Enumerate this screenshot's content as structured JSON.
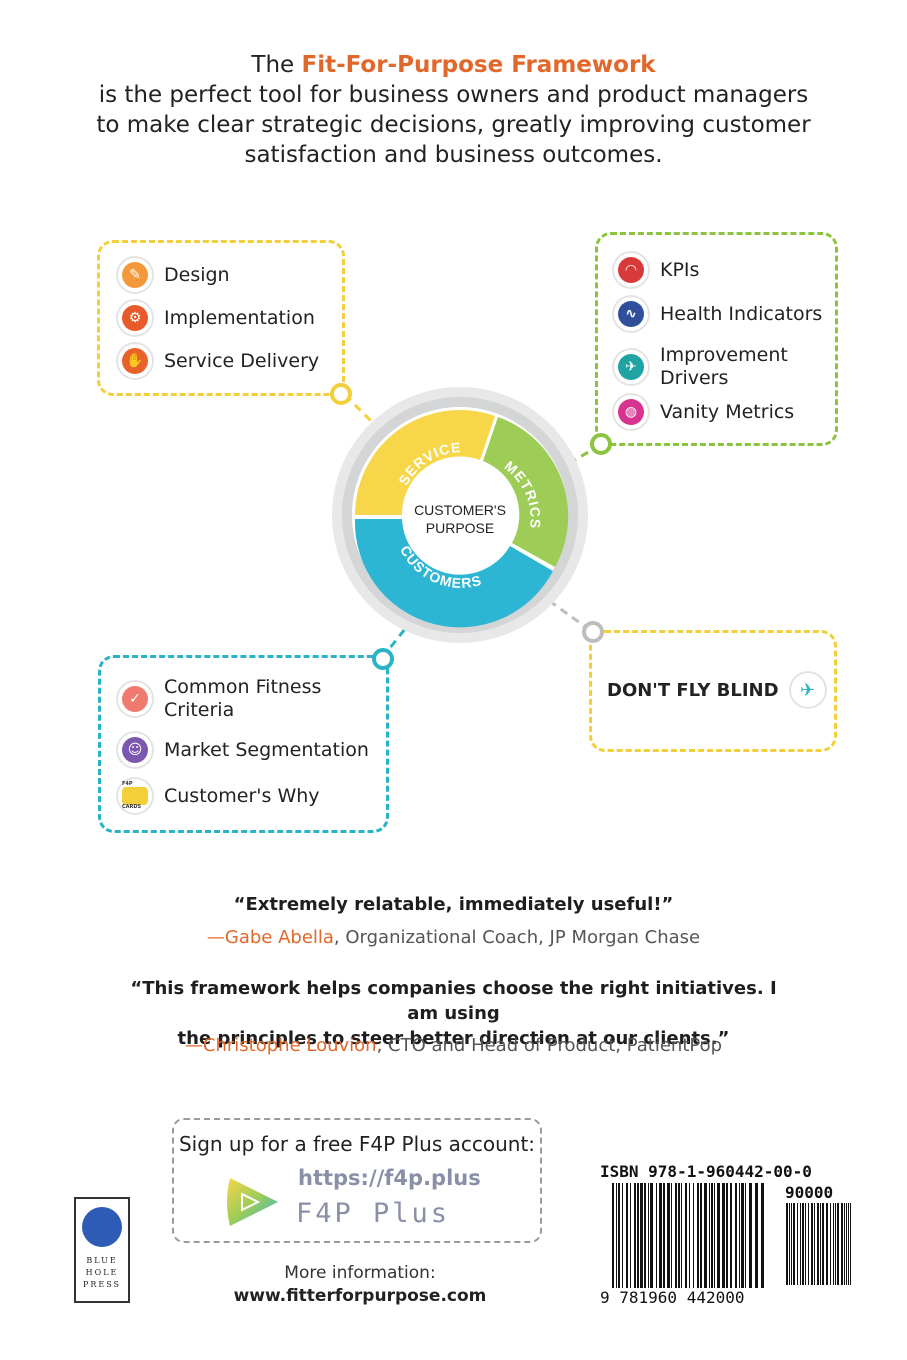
{
  "intro": {
    "line1_prefix": "The",
    "framework_name": "Fit-For-Purpose Framework",
    "line2": "is the perfect tool for business owners and product managers",
    "line3": "to make clear strategic decisions, greatly improving customer",
    "line4": "satisfaction and business outcomes."
  },
  "service_box": {
    "items": [
      {
        "label": "Design",
        "icon": "pencil-icon"
      },
      {
        "label": "Implementation",
        "icon": "gear-icon"
      },
      {
        "label": "Service Delivery",
        "icon": "hands-icon"
      }
    ]
  },
  "metrics_box": {
    "items": [
      {
        "label": "KPIs",
        "icon": "gauge-icon"
      },
      {
        "label": "Health Indicators",
        "icon": "heartbeat-icon"
      },
      {
        "label": "Improvement",
        "label2": "Drivers",
        "icon": "plane-icon"
      },
      {
        "label": "Vanity Metrics",
        "icon": "mirror-icon"
      }
    ]
  },
  "customers_box": {
    "items": [
      {
        "label": "Common Fitness",
        "label2": "Criteria",
        "icon": "check-icon"
      },
      {
        "label": "Market Segmentation",
        "icon": "people-icon"
      },
      {
        "label": "Customer's Why",
        "icon": "cards-icon",
        "icon_text": "F4P CARDS"
      }
    ]
  },
  "blind_box": {
    "label": "DON'T FLY BLIND",
    "icon": "airplane-icon"
  },
  "ring": {
    "center_line1": "CUSTOMER'S",
    "center_line2": "PURPOSE",
    "seg_service": "SERVICE",
    "seg_metrics": "METRICS",
    "seg_customers": "CUSTOMERS"
  },
  "quotes": [
    {
      "text": "“Extremely relatable, immediately useful!”",
      "name": "—Gabe Abella",
      "role": ", Organizational Coach, JP Morgan Chase"
    },
    {
      "text1": "“This framework helps companies choose the right initiatives. I am using",
      "text2": "the principles to steer better direction at our clients.”",
      "name": "—Christophe Louvion",
      "role": ", CTO and Head of Product, PatientPop"
    }
  ],
  "signup": {
    "heading": "Sign up for a free F4P Plus account:",
    "url": "https://f4p.plus",
    "brand": "F4P Plus"
  },
  "more_info": {
    "label": "More information:",
    "url": "www.fitterforpurpose.com"
  },
  "publisher": {
    "line1": "BLUE",
    "line2": "HOLE",
    "line3": "PRESS"
  },
  "barcode": {
    "isbn": "ISBN 978-1-960442-00-0",
    "price_code": "90000",
    "ean": "9 781960 442000"
  },
  "colors": {
    "orange": "#e2672a",
    "yellow": "#f2cf3b",
    "green": "#8dc43f",
    "teal": "#29b3c4",
    "service": "#f7d64a",
    "metrics": "#9dcc57",
    "customers": "#2cb6d4"
  }
}
